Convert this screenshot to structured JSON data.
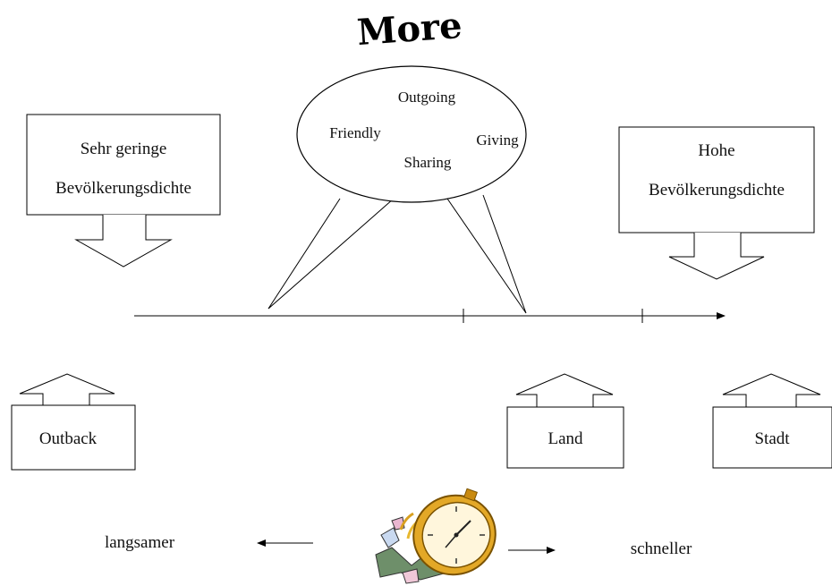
{
  "title": "More",
  "bubble": {
    "words": [
      "Outgoing",
      "Friendly",
      "Giving",
      "Sharing"
    ]
  },
  "callouts": {
    "low_density": {
      "line1": "Sehr geringe",
      "line2": "Bevölkerungsdichte"
    },
    "high_density": {
      "line1": "Hohe",
      "line2": "Bevölkerungsdichte"
    }
  },
  "places": [
    "Outback",
    "Land",
    "Stadt"
  ],
  "tempo": {
    "slower": "langsamer",
    "faster": "schneller"
  },
  "icon": "stopwatch-icon"
}
